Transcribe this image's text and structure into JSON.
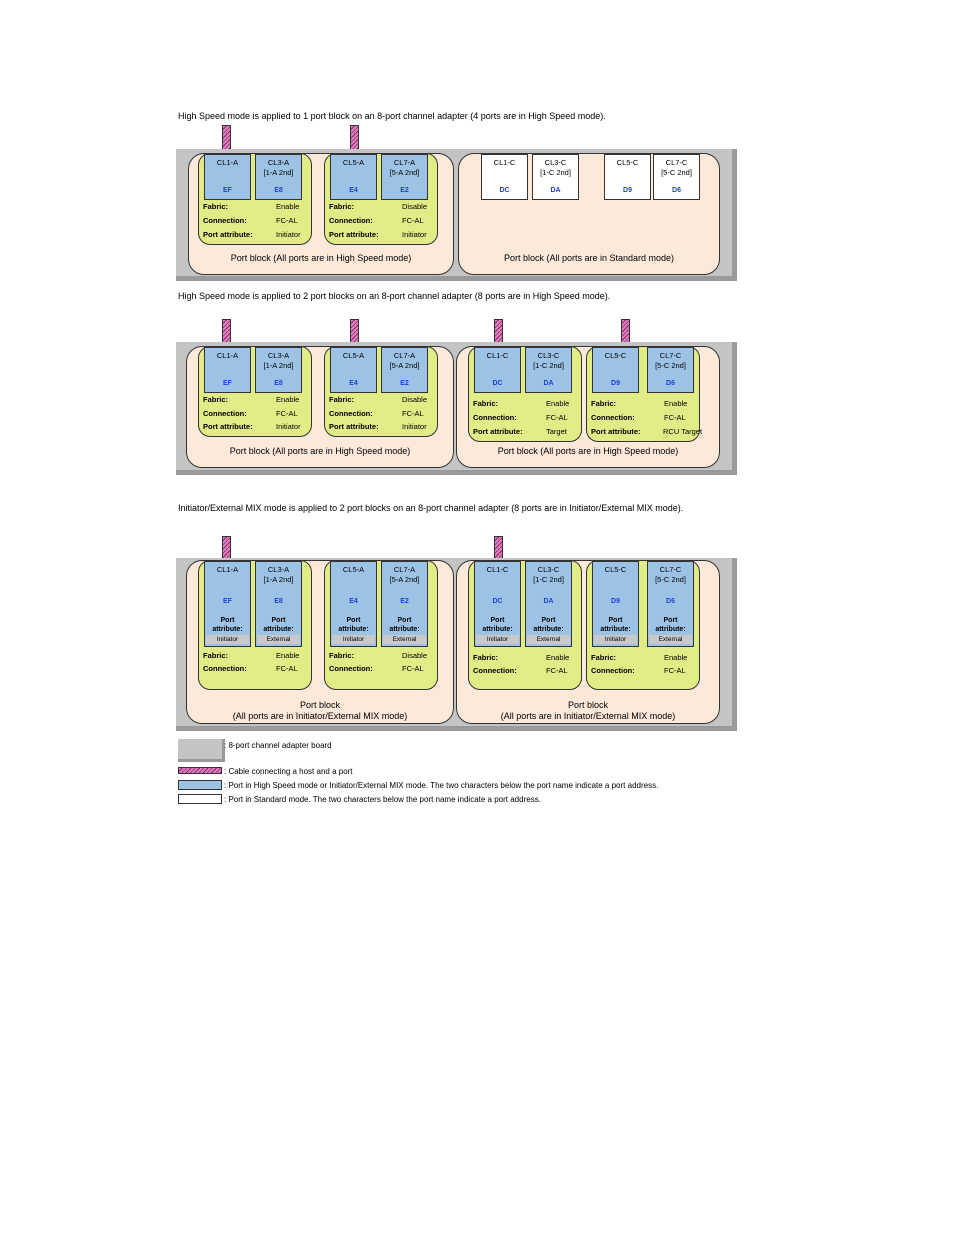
{
  "captions": [
    "High Speed mode is applied to 1 port block on an 8-port channel adapter (4 ports are in High Speed mode).",
    "High Speed mode is applied to 2 port blocks on an 8-port channel adapter (8 ports are in High Speed mode).",
    "Initiator/External MIX mode is applied to 2 port blocks on an 8-port channel adapter (8 ports are in Initiator/External MIX mode)."
  ],
  "d1": {
    "b1": {
      "label": "Port block (All ports are in High Speed mode)",
      "g1": {
        "p1": {
          "name": "CL1-A",
          "addr": "EF"
        },
        "p2": {
          "name": "CL3-A",
          "sub": "[1-A 2nd]",
          "addr": "E8"
        },
        "fabric_k": "Fabric:",
        "fabric_v": "Enable",
        "conn_k": "Connection:",
        "conn_v": "FC-AL",
        "attr_k": "Port attribute:",
        "attr_v": "Initiator"
      },
      "g2": {
        "p1": {
          "name": "CL5-A",
          "addr": "E4"
        },
        "p2": {
          "name": "CL7-A",
          "sub": "[5-A 2nd]",
          "addr": "E2"
        },
        "fabric_k": "Fabric:",
        "fabric_v": "Disable",
        "conn_k": "Connection:",
        "conn_v": "FC-AL",
        "attr_k": "Port attribute:",
        "attr_v": "Initiator"
      }
    },
    "b2": {
      "label": "Port block (All ports are in Standard mode)",
      "p1": {
        "name": "CL1-C",
        "addr": "DC"
      },
      "p2": {
        "name": "CL3-C",
        "sub": "[1-C 2nd]",
        "addr": "DA"
      },
      "p3": {
        "name": "CL5-C",
        "addr": "D9"
      },
      "p4": {
        "name": "CL7-C",
        "sub": "[5-C 2nd]",
        "addr": "D6"
      }
    }
  },
  "d2": {
    "b1": {
      "label": "Port block (All ports are in High Speed mode)",
      "g1": {
        "p1": {
          "name": "CL1-A",
          "addr": "EF"
        },
        "p2": {
          "name": "CL3-A",
          "sub": "[1-A 2nd]",
          "addr": "E8"
        },
        "fabric_k": "Fabric:",
        "fabric_v": "Enable",
        "conn_k": "Connection:",
        "conn_v": "FC-AL",
        "attr_k": "Port attribute:",
        "attr_v": "Initiator"
      },
      "g2": {
        "p1": {
          "name": "CL5-A",
          "addr": "E4"
        },
        "p2": {
          "name": "CL7-A",
          "sub": "[5-A 2nd]",
          "addr": "E2"
        },
        "fabric_k": "Fabric:",
        "fabric_v": "Disable",
        "conn_k": "Connection:",
        "conn_v": "FC-AL",
        "attr_k": "Port attribute:",
        "attr_v": "Initiator"
      }
    },
    "b2": {
      "label": "Port block (All ports are in High Speed mode)",
      "g1": {
        "p1": {
          "name": "CL1-C",
          "addr": "DC"
        },
        "p2": {
          "name": "CL3-C",
          "sub": "[1-C 2nd]",
          "addr": "DA"
        },
        "fabric_k": "Fabric:",
        "fabric_v": "Enable",
        "conn_k": "Connection:",
        "conn_v": "FC-AL",
        "attr_k": "Port attribute:",
        "attr_v": "Target"
      },
      "g2": {
        "p1": {
          "name": "CL5-C",
          "addr": "D9"
        },
        "p2": {
          "name": "CL7-C",
          "sub": "[5-C 2nd]",
          "addr": "D6"
        },
        "fabric_k": "Fabric:",
        "fabric_v": "Enable",
        "conn_k": "Connection:",
        "conn_v": "FC-AL",
        "attr_k": "Port attribute:",
        "attr_v": "RCU Target"
      }
    }
  },
  "d3": {
    "port_attr_label": "Port",
    "port_attr_label2": "attribute:",
    "b1": {
      "label1": "Port block",
      "label2": "(All ports are in Initiator/External MIX mode)",
      "g1": {
        "p1": {
          "name": "CL1-A",
          "addr": "EF",
          "attr": "Initiator"
        },
        "p2": {
          "name": "CL3-A",
          "sub": "[1-A 2nd]",
          "addr": "E8",
          "attr": "External"
        },
        "fabric_k": "Fabric:",
        "fabric_v": "Enable",
        "conn_k": "Connection:",
        "conn_v": "FC-AL"
      },
      "g2": {
        "p1": {
          "name": "CL5-A",
          "addr": "E4",
          "attr": "Initiator"
        },
        "p2": {
          "name": "CL7-A",
          "sub": "[5-A 2nd]",
          "addr": "E2",
          "attr": "External"
        },
        "fabric_k": "Fabric:",
        "fabric_v": "Disable",
        "conn_k": "Connection:",
        "conn_v": "FC-AL"
      }
    },
    "b2": {
      "label1": "Port block",
      "label2": "(All ports are in Initiator/External MIX mode)",
      "g1": {
        "p1": {
          "name": "CL1-C",
          "addr": "DC",
          "attr": "Initiator"
        },
        "p2": {
          "name": "CL3-C",
          "sub": "[1-C 2nd]",
          "addr": "DA",
          "attr": "External"
        },
        "fabric_k": "Fabric:",
        "fabric_v": "Enable",
        "conn_k": "Connection:",
        "conn_v": "FC-AL"
      },
      "g2": {
        "p1": {
          "name": "CL5-C",
          "addr": "D9",
          "attr": "Initiator"
        },
        "p2": {
          "name": "CL7-C",
          "sub": "[5-C 2nd]",
          "addr": "D6",
          "attr": "External"
        },
        "fabric_k": "Fabric:",
        "fabric_v": "Enable",
        "conn_k": "Connection:",
        "conn_v": "FC-AL"
      }
    }
  },
  "legend": [
    ": 8-port channel adapter board",
    ": Cable connecting a host and a port",
    ": Port in High Speed mode or Initiator/External MIX mode. The two characters below the port name indicate a port address.",
    ": Port in Standard mode. The two characters below the port name indicate a port address."
  ],
  "colors": {
    "board": "#c4c4c4",
    "port_block": "#fde9d9",
    "port_group": "#e1ec86",
    "high_speed_port": "#9cc3e6",
    "standard_port": "#ffffff",
    "cable": "#e07fc0",
    "address_text": "#1f3fd0"
  }
}
